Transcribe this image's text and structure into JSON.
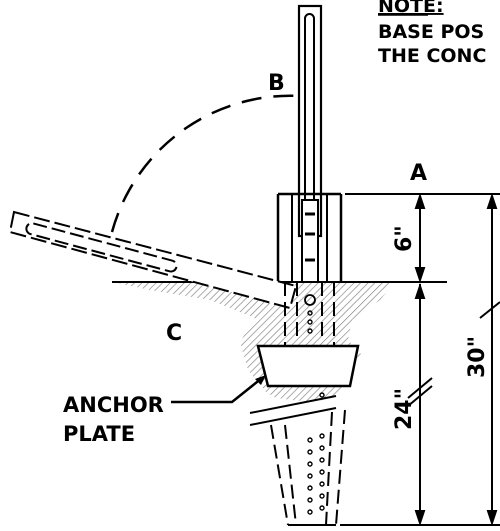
{
  "note": {
    "heading": "NOTE:",
    "line1": "BASE POS",
    "line2": "THE CONC"
  },
  "labels": {
    "a": "A",
    "b": "B",
    "c": "C",
    "anchor_line1": "ANCHOR",
    "anchor_line2": "PLATE"
  },
  "dimensions": {
    "above_grade": "6\"",
    "below_grade": "24\"",
    "total": "30\""
  }
}
